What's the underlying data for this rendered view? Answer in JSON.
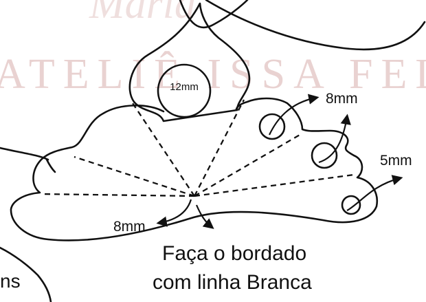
{
  "watermark": {
    "script_text": "Maria",
    "line_text": "ATELIÊ ISSA FELTRO",
    "color": "#e9d2d1"
  },
  "labels": {
    "center_circle": "12mm",
    "arrow_top_right": "8mm",
    "arrow_right": "5mm",
    "arrow_bottom_left": "8mm",
    "note_line1": "Faça o bordado",
    "note_line2": "com linha Branca",
    "corner_fragment": "ns"
  },
  "colors": {
    "outline": "#111111",
    "background": "#ffffff"
  }
}
